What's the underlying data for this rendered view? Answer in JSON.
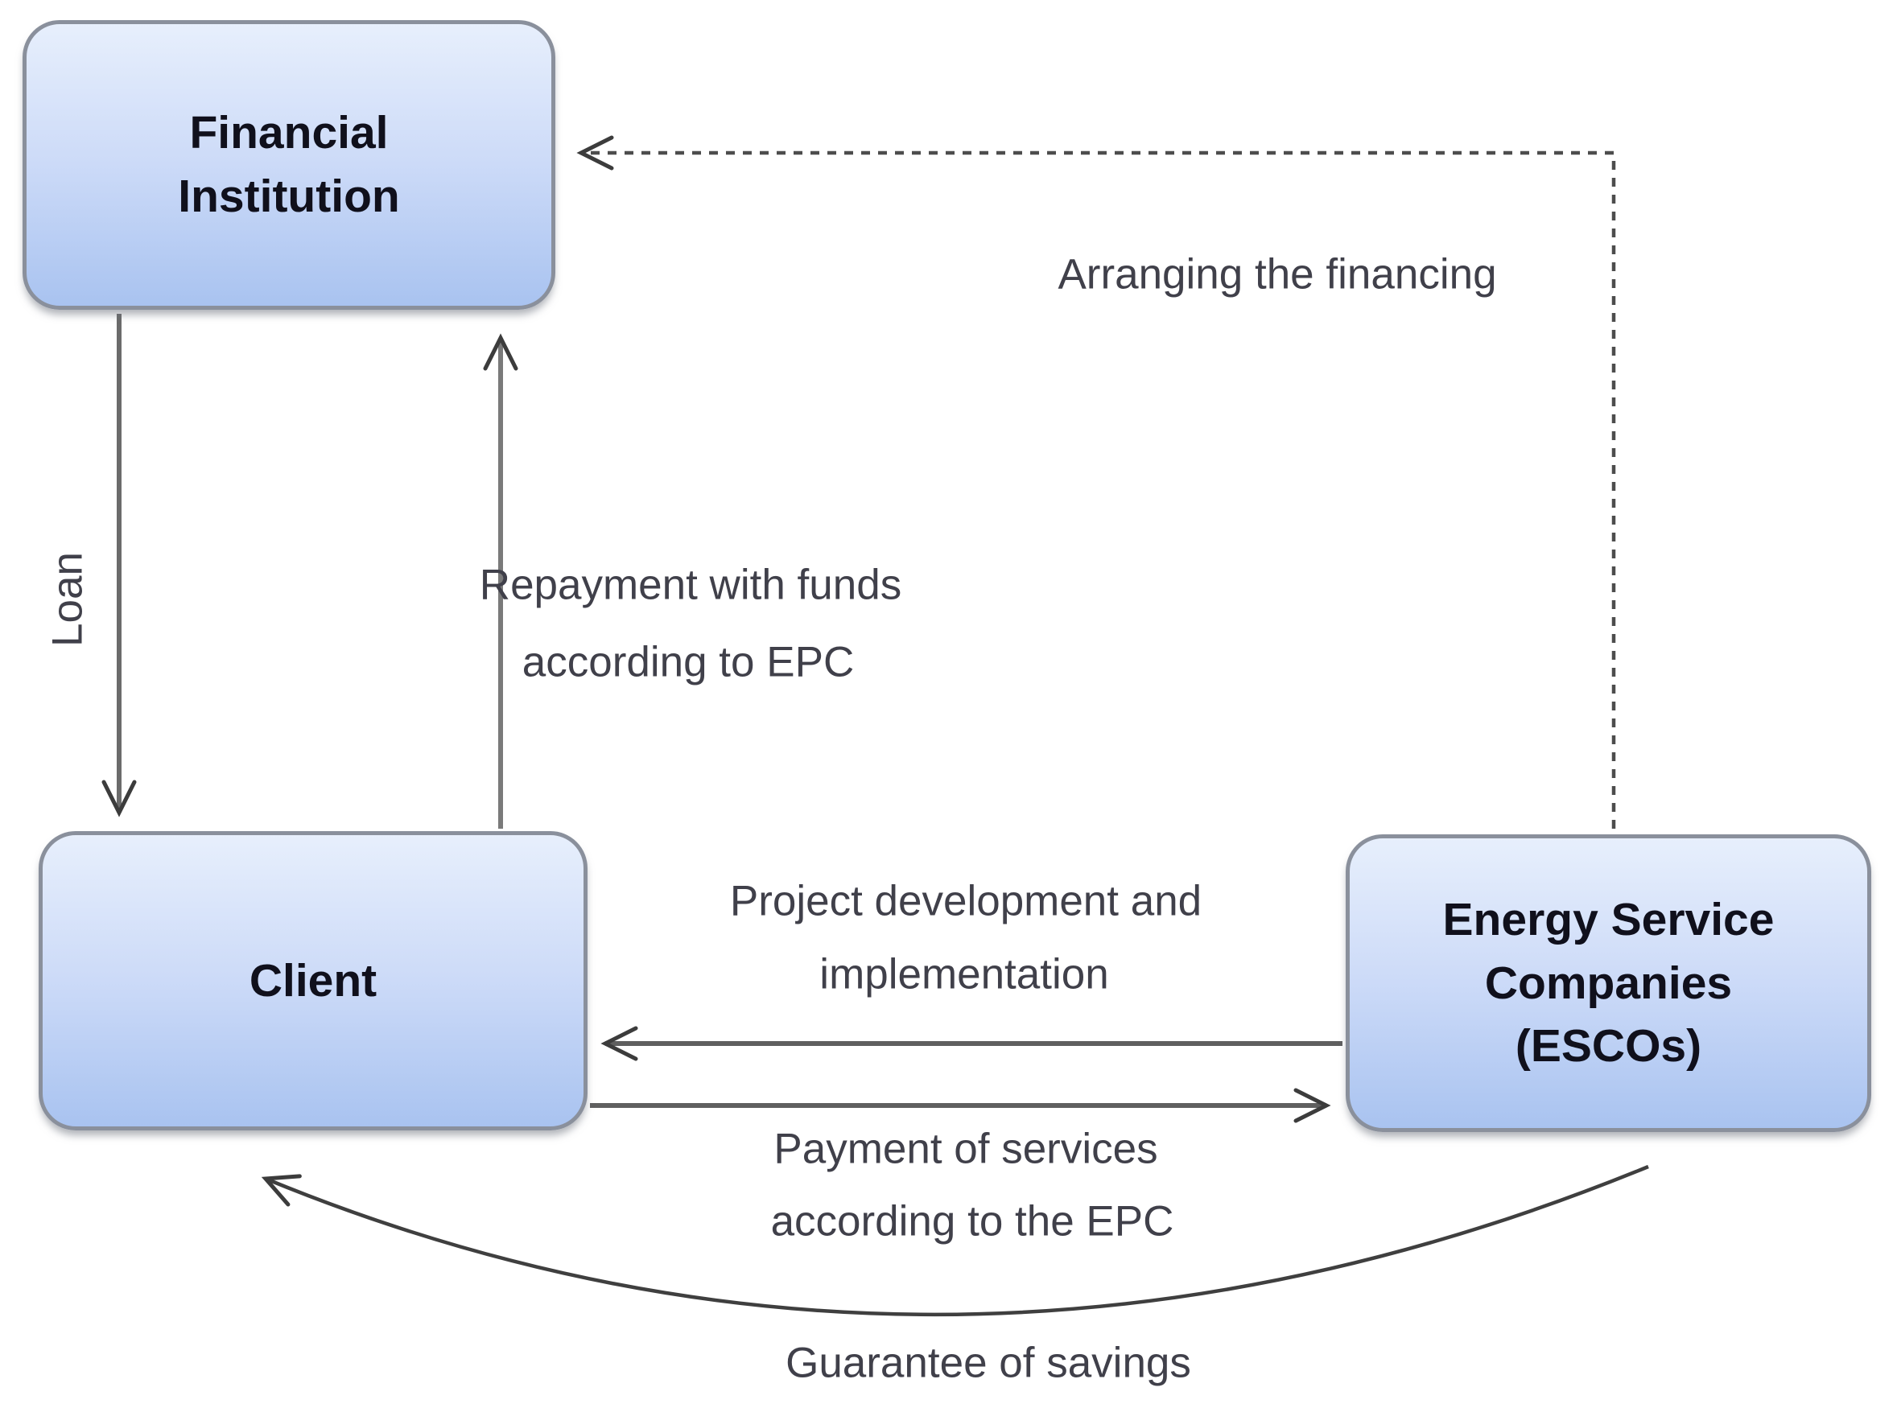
{
  "diagram": {
    "title": "EPC / ESCO financing scheme diagram",
    "nodes": {
      "financial_institution": {
        "line1": "Financial",
        "line2": "Institution"
      },
      "client": {
        "label": "Client"
      },
      "escos": {
        "line1": "Energy Service",
        "line2": "Companies",
        "line3": "(ESCOs)"
      }
    },
    "edges": {
      "loan": {
        "label": "Loan",
        "from": "financial_institution",
        "to": "client",
        "style": "solid"
      },
      "repayment": {
        "line1": "Repayment with funds",
        "line2": "according to EPC",
        "from": "client",
        "to": "financial_institution",
        "style": "solid"
      },
      "arranging_financing": {
        "label": "Arranging the financing",
        "from": "escos",
        "to": "financial_institution",
        "style": "dotted"
      },
      "project_development": {
        "line1": "Project development and",
        "line2": "implementation",
        "from": "escos",
        "to": "client",
        "style": "solid"
      },
      "payment_of_services": {
        "line1": "Payment of services",
        "line2": "according to the EPC",
        "from": "client",
        "to": "escos",
        "style": "solid"
      },
      "guarantee_of_savings": {
        "label": "Guarantee of savings",
        "from": "escos",
        "to": "client",
        "style": "curved"
      }
    },
    "colors": {
      "node_fill_top": "#e7effc",
      "node_fill_bottom": "#a9c3f0",
      "node_border": "#8a909c",
      "node_text": "#10101c",
      "edge_text": "#40404a",
      "arrow_line": "#6b6b6b",
      "arrowhead": "#3c3c3c",
      "background": "#ffffff"
    }
  }
}
